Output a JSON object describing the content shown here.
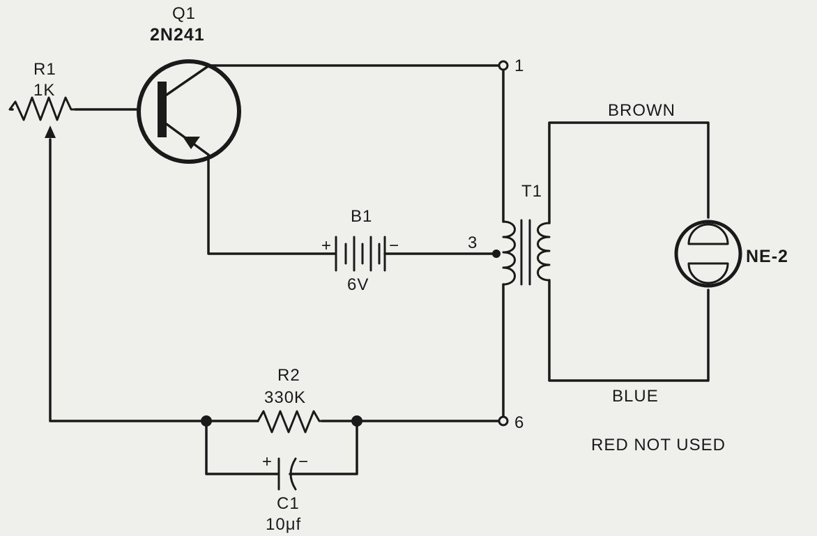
{
  "components": {
    "q1": {
      "ref": "Q1",
      "part": "2N241"
    },
    "r1": {
      "ref": "R1",
      "value": "1K"
    },
    "r2": {
      "ref": "R2",
      "value": "330K"
    },
    "c1": {
      "ref": "C1",
      "value": "10μf",
      "plus": "+",
      "minus": "−"
    },
    "b1": {
      "ref": "B1",
      "value": "6V",
      "plus": "+",
      "minus": "−"
    },
    "t1": {
      "ref": "T1"
    },
    "lamp": {
      "part": "NE-2"
    }
  },
  "terminals": {
    "t1": "1",
    "t3": "3",
    "t6": "6"
  },
  "wires": {
    "top": "BROWN",
    "bottom": "BLUE",
    "note": "RED NOT USED"
  }
}
